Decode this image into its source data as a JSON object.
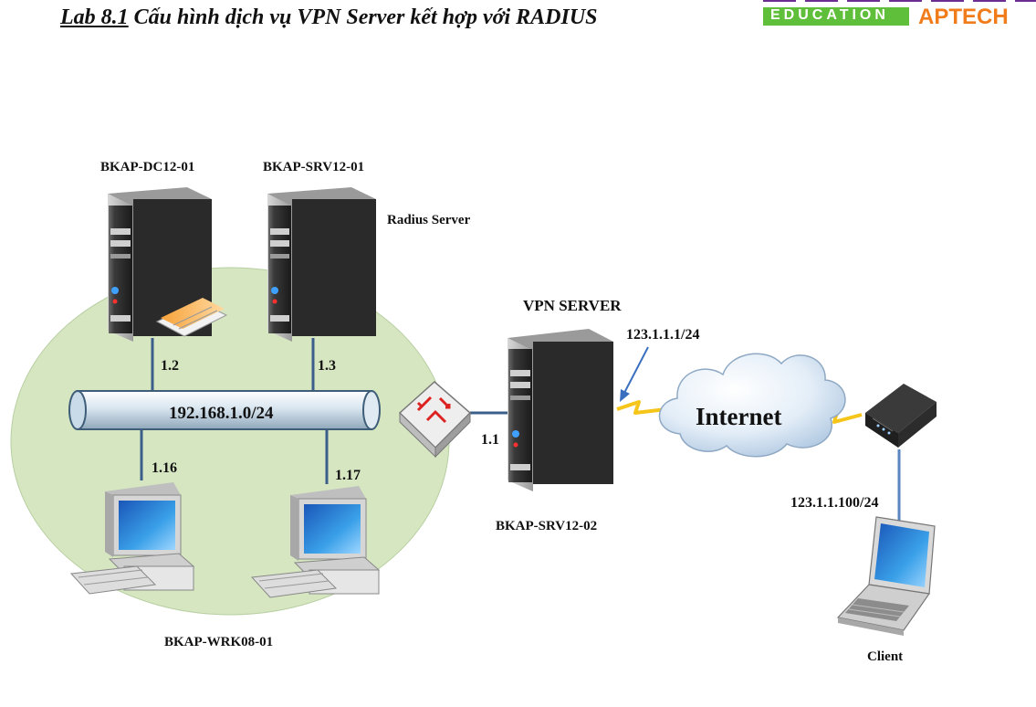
{
  "header": {
    "lab_number": "Lab 8.1",
    "title_rest": "Cấu hình dịch vụ VPN Server kết hợp với RADIUS"
  },
  "logo": {
    "education": "EDUCATION",
    "aptech": "APTECH"
  },
  "diagram": {
    "nodes": {
      "dc": "BKAP-DC12-01",
      "srv": "BKAP-SRV12-01",
      "radius_role": "Radius Server",
      "vpn_title": "VPN SERVER",
      "vpn_host": "BKAP-SRV12-02",
      "wrk": "BKAP-WRK08-01",
      "client": "Client",
      "internet": "Internet"
    },
    "network": "192.168.1.0/24",
    "ips": {
      "dc": "1.2",
      "srv": "1.3",
      "wrk1": "1.16",
      "wrk2": "1.17",
      "vpn_lan": "1.1",
      "vpn_wan": "123.1.1.1/24",
      "client": "123.1.1.100/24"
    }
  },
  "colors": {
    "lan_zone": "#d5e6c0",
    "logo_green": "#5fbf3a",
    "logo_orange": "#f07c1b",
    "logo_purple": "#6b2d8f"
  }
}
